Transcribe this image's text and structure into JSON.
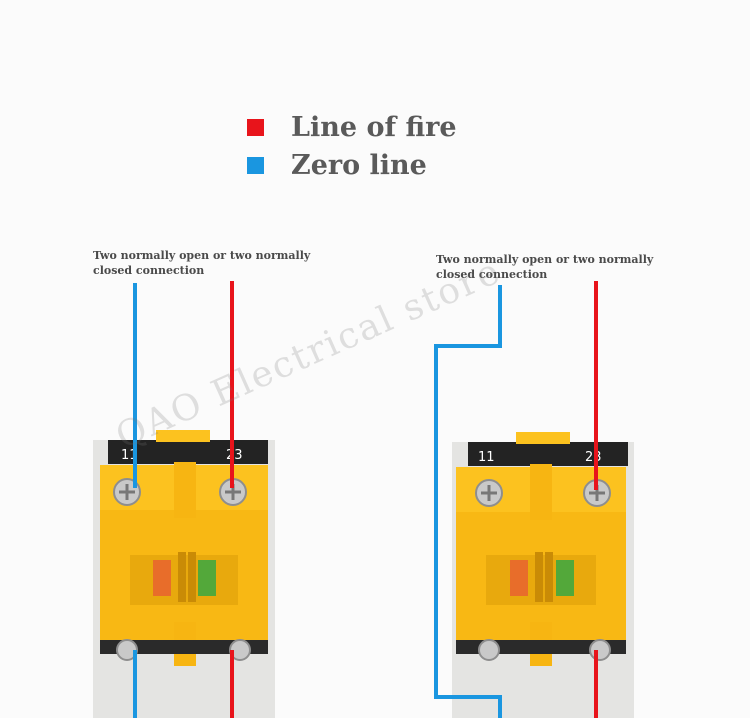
{
  "legend": {
    "fire": {
      "label": "Line of fire",
      "color": "#e8141b"
    },
    "zero": {
      "label": "Zero line",
      "color": "#1a96e0"
    }
  },
  "captions": {
    "left": "Two normally open or two normally closed connection",
    "right": "Two normally open or two normally closed connection"
  },
  "modules": {
    "left": {
      "terminal_a": "11",
      "terminal_b": "23"
    },
    "right": {
      "terminal_a": "11",
      "terminal_b": "23"
    }
  },
  "watermark": "QAO Electrical store",
  "colors": {
    "housing": "#fcc21f",
    "housing_dark": "#e8a90d",
    "contact_red": "#e86d2a",
    "contact_green": "#53a83a"
  }
}
